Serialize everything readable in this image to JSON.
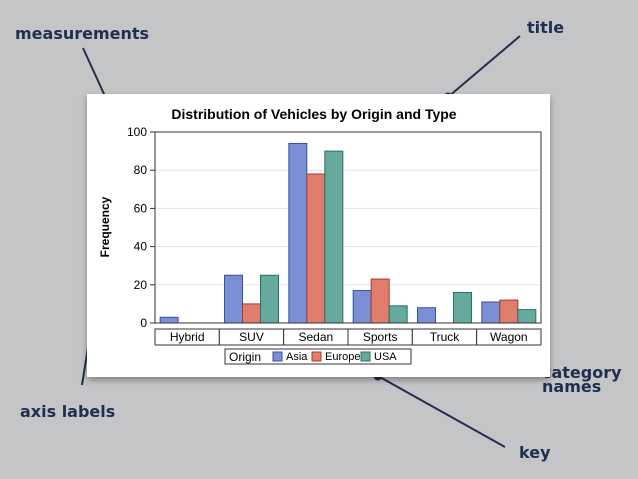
{
  "callouts": {
    "measurements": "measurements",
    "title": "title",
    "category_names": "category names",
    "axis_labels": "axis labels",
    "key": "key"
  },
  "chart_data": {
    "type": "bar",
    "title": "Distribution of Vehicles by Origin and Type",
    "xlabel": "",
    "ylabel": "Frequency",
    "ylim": [
      0,
      100
    ],
    "yticks": [
      0,
      20,
      40,
      60,
      80,
      100
    ],
    "categories": [
      "Hybrid",
      "SUV",
      "Sedan",
      "Sports",
      "Truck",
      "Wagon"
    ],
    "legend_title": "Origin",
    "legend_position": "bottom",
    "grid": true,
    "series": [
      {
        "name": "Asia",
        "color": "#7b8fd4",
        "stroke": "#3b4fa0",
        "values": [
          3,
          25,
          94,
          17,
          8,
          11
        ]
      },
      {
        "name": "Europe",
        "color": "#e07e6e",
        "stroke": "#a8392c",
        "values": [
          0,
          10,
          78,
          23,
          0,
          12
        ]
      },
      {
        "name": "USA",
        "color": "#66a99d",
        "stroke": "#2e6e62",
        "values": [
          0,
          25,
          90,
          9,
          16,
          7
        ]
      }
    ]
  }
}
